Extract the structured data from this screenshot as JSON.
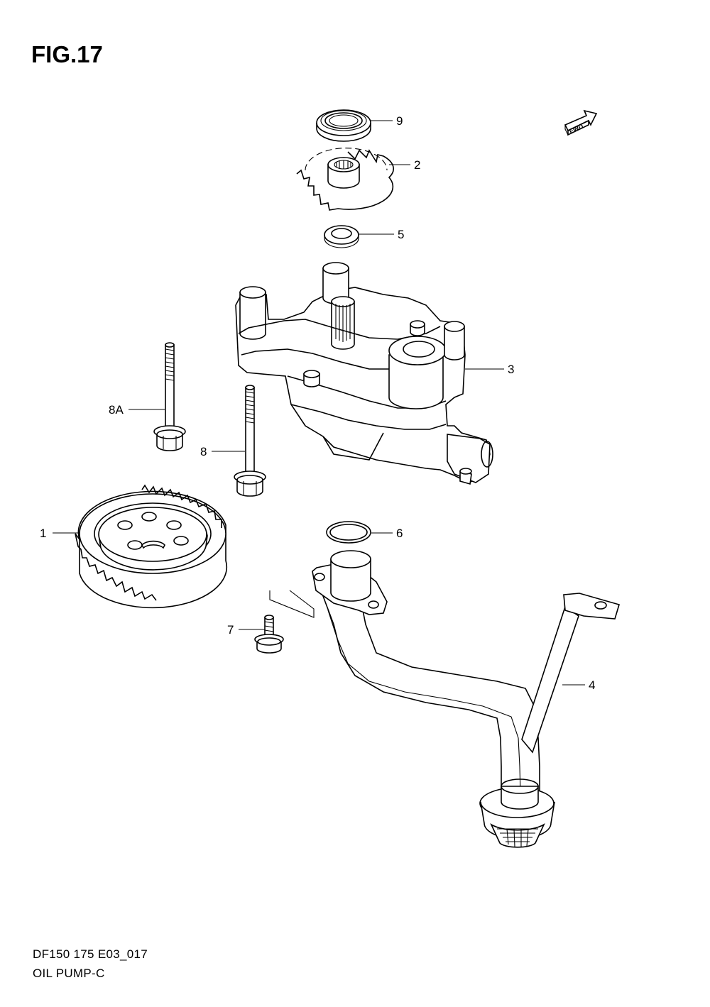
{
  "figure": {
    "title": "FIG.17",
    "diagram_code": "DF150 175 E03_017",
    "diagram_name": "OIL PUMP-C"
  },
  "fwd_arrow": {
    "label": "FWD"
  },
  "callouts": [
    {
      "id": "9",
      "label": "9"
    },
    {
      "id": "2",
      "label": "2"
    },
    {
      "id": "5",
      "label": "5"
    },
    {
      "id": "3",
      "label": "3"
    },
    {
      "id": "8A",
      "label": "8A"
    },
    {
      "id": "8",
      "label": "8"
    },
    {
      "id": "1",
      "label": "1"
    },
    {
      "id": "6",
      "label": "6"
    },
    {
      "id": "7",
      "label": "7"
    },
    {
      "id": "4",
      "label": "4"
    }
  ]
}
